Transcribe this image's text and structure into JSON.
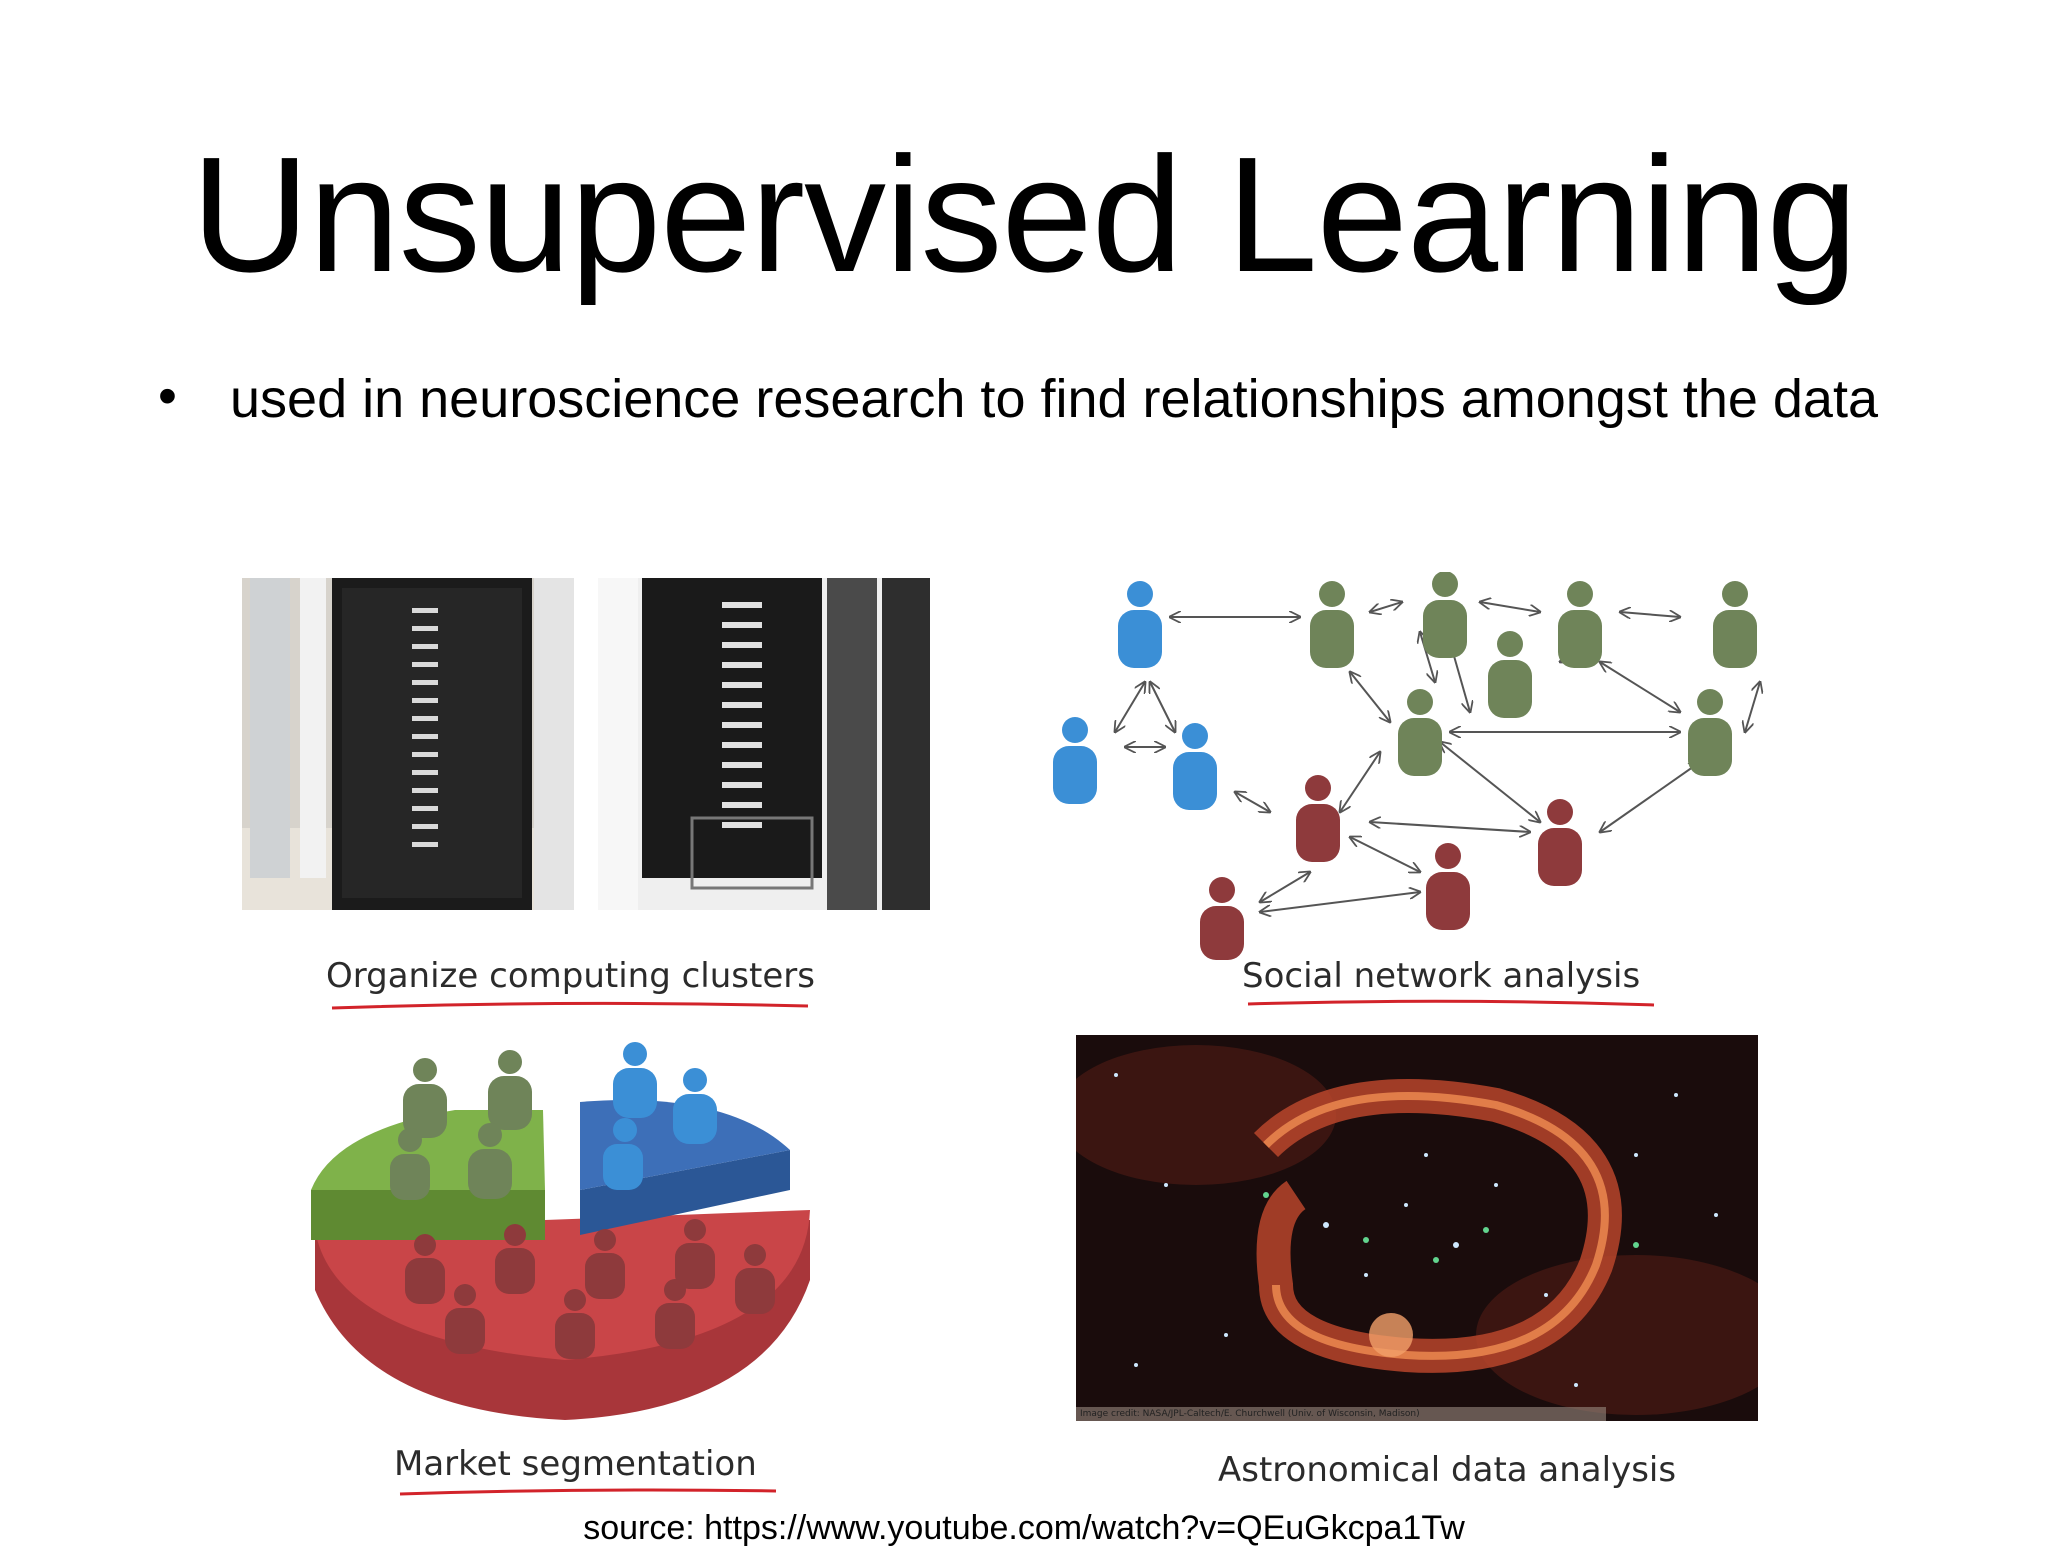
{
  "slide": {
    "title": "Unsupervised Learning",
    "bullet": "used in neuroscience research to find relationships amongst the data",
    "source": "source: https://www.youtube.com/watch?v=QEuGkcpa1Tw"
  },
  "panels": {
    "clusters": {
      "caption": "Organize computing clusters"
    },
    "social": {
      "caption": "Social network analysis"
    },
    "market": {
      "caption": "Market segmentation"
    },
    "astro": {
      "caption": "Astronomical data analysis",
      "credit": "Image credit: NASA/JPL-Caltech/E. Churchwell (Univ. of Wisconsin, Madison)"
    }
  },
  "colors": {
    "blue_person": "#3b8fd6",
    "green_person": "#6f8459",
    "red_person": "#8e3a3c",
    "underline": "#d2232a",
    "pie_red": "#c94548",
    "pie_green": "#7fb24a",
    "pie_blue": "#3d6fb8"
  }
}
